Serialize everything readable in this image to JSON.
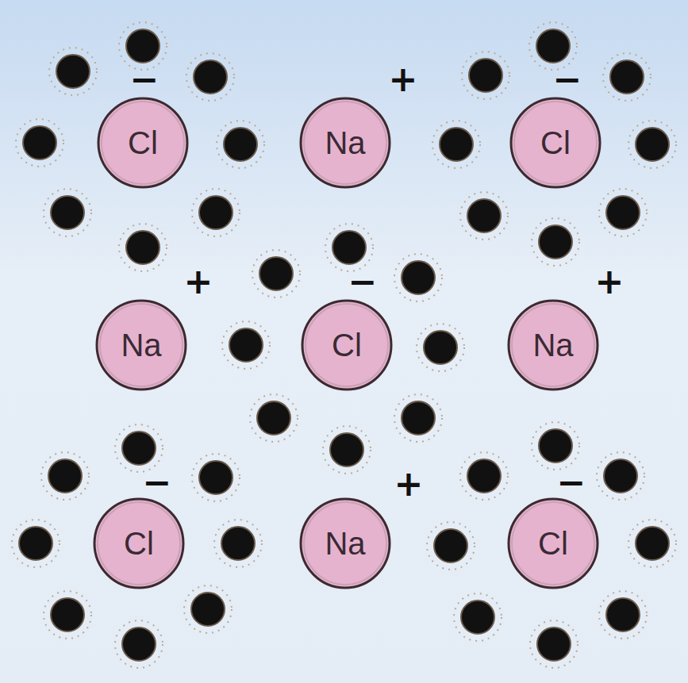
{
  "diagram": {
    "nodes": [
      {
        "text": [
          "Cl"
        ]
      },
      {
        "text": [
          "Na"
        ]
      },
      {
        "text": [
          "Cl"
        ]
      },
      {
        "text": [
          "Na"
        ]
      },
      {
        "text": [
          "Cl"
        ]
      },
      {
        "text": [
          "Na"
        ]
      },
      {
        "text": [
          "Cl"
        ]
      },
      {
        "text": [
          "Na"
        ]
      },
      {
        "text": [
          "Cl"
        ]
      }
    ],
    "labels": [
      "−",
      "+",
      "−",
      "+",
      "−",
      "+",
      "−",
      "+",
      "−"
    ]
  }
}
